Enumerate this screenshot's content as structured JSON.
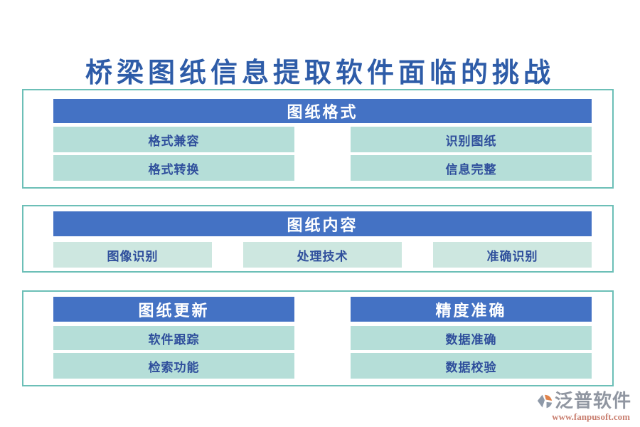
{
  "title": "桥梁图纸信息提取软件面临的挑战",
  "sections": {
    "format": {
      "header": "图纸格式",
      "items": [
        "格式兼容",
        "识别图纸",
        "格式转换",
        "信息完整"
      ]
    },
    "content": {
      "header": "图纸内容",
      "items": [
        "图像识别",
        "处理技术",
        "准确识别"
      ]
    },
    "update": {
      "header": "图纸更新",
      "items": [
        "软件跟踪",
        "检索功能"
      ]
    },
    "precision": {
      "header": "精度准确",
      "items": [
        "数据准确",
        "数据校验"
      ]
    }
  },
  "footer": {
    "brand": "泛普软件",
    "url": "www.fanpusoft.com"
  },
  "colors": {
    "title_text": "#2e5ca8",
    "header_bg": "#4472c4",
    "header_text": "#ffffff",
    "item_bg": "#b5ded8",
    "item_bg_light": "#cde7e0",
    "item_text": "#2f4f9c",
    "section_border": "#6cbfb7",
    "brand_text": "#9096a1",
    "brand_url": "#c97f70",
    "logo_gray": "#8e99a8",
    "logo_orange": "#e0824a"
  }
}
